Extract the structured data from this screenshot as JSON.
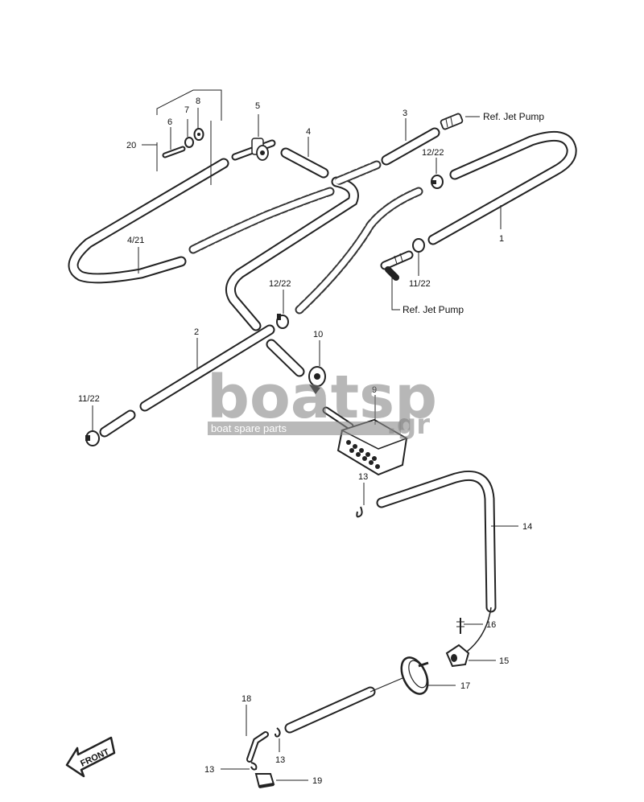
{
  "callouts": {
    "c1": "1",
    "c2": "2",
    "c3": "3",
    "c4": "4",
    "c4_21": "4/21",
    "c5": "5",
    "c6": "6",
    "c7": "7",
    "c8": "8",
    "c9": "9",
    "c10": "10",
    "c11_22_a": "11/22",
    "c11_22_b": "11/22",
    "c12_22_a": "12/22",
    "c12_22_b": "12/22",
    "c13_a": "13",
    "c13_b": "13",
    "c13_c": "13",
    "c14": "14",
    "c15": "15",
    "c16": "16",
    "c17": "17",
    "c18": "18",
    "c19": "19",
    "c20": "20"
  },
  "references": {
    "jet_pump_top": "Ref. Jet Pump",
    "jet_pump_mid": "Ref. Jet Pump"
  },
  "direction": {
    "front": "FRONT"
  },
  "watermark": {
    "brand": "boatsp",
    "tld": ".gr",
    "tagline": "boat spare parts"
  }
}
